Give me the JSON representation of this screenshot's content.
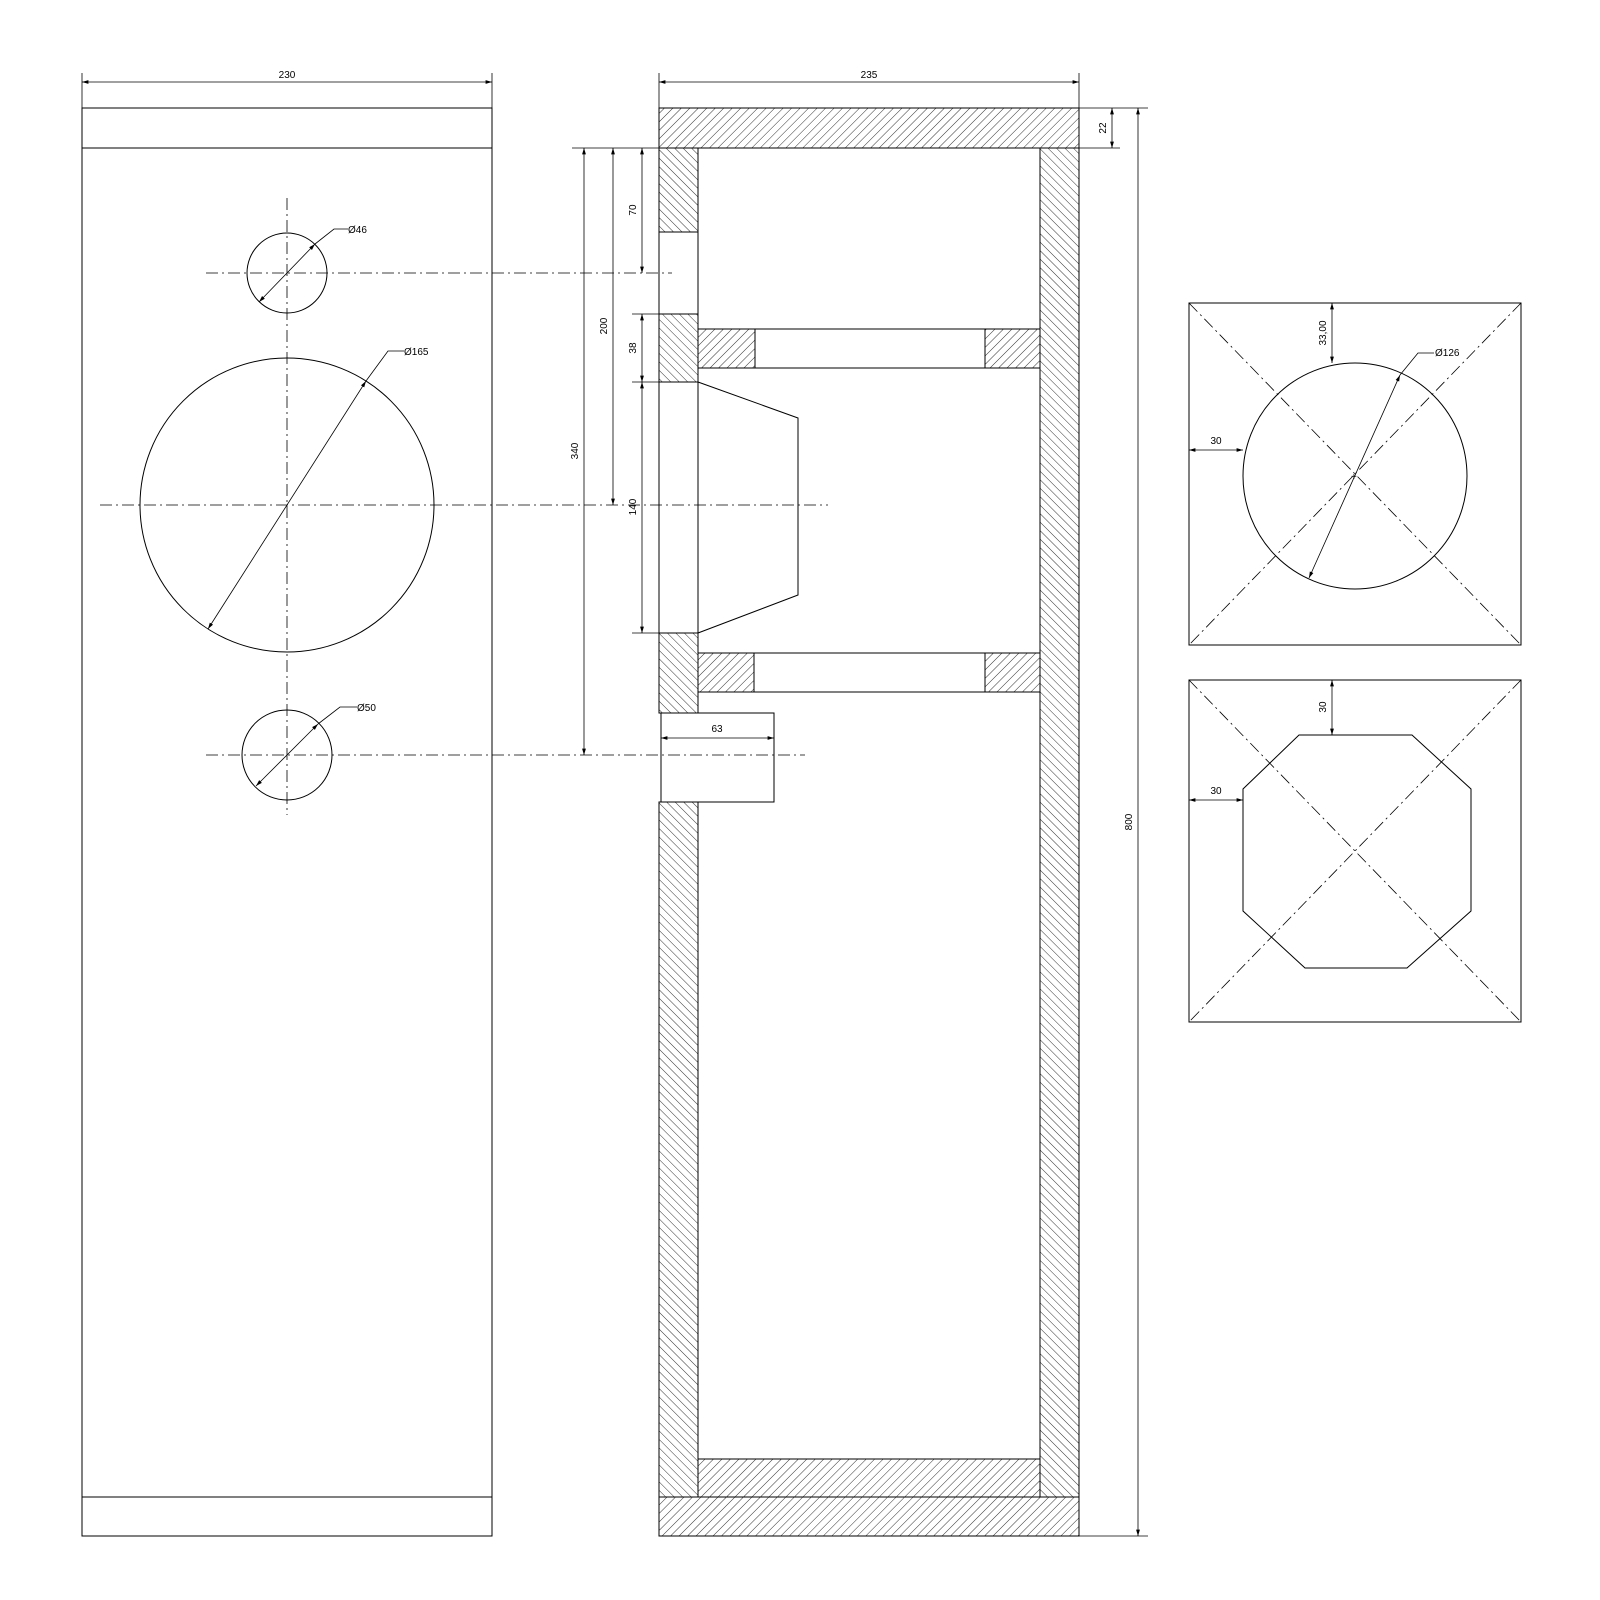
{
  "front_view": {
    "width_label": "230",
    "tweeter_dia_label": "Ø46",
    "woofer_dia_label": "Ø165",
    "port_dia_label": "Ø50"
  },
  "section_view": {
    "width_label": "235",
    "top_thickness_label": "22",
    "height_label": "800",
    "dim_340_label": "340",
    "dim_200_label": "200",
    "dim_70_label": "70",
    "dim_38_label": "38",
    "dim_140_label": "140",
    "port_length_label": "63"
  },
  "brace_round": {
    "top_offset_label": "33,00",
    "hole_dia_label": "Ø126",
    "side_offset_label": "30"
  },
  "brace_octagon": {
    "top_offset_label": "30",
    "side_offset_label": "30"
  }
}
